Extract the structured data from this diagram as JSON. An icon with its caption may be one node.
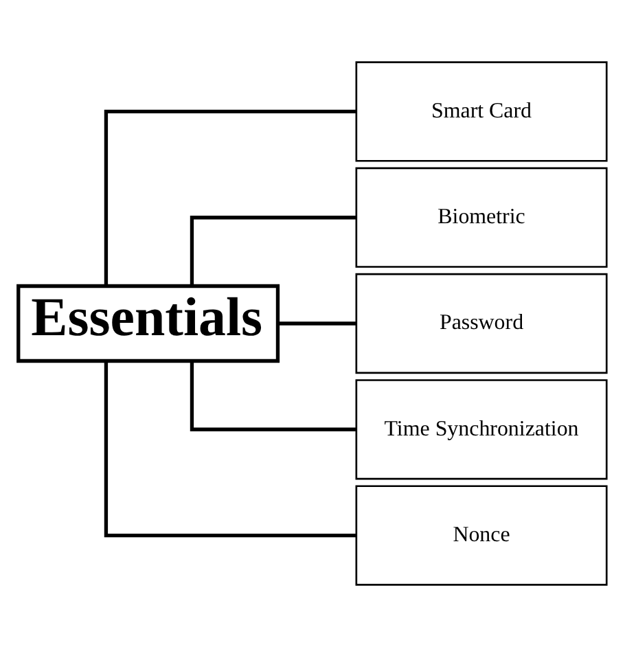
{
  "diagram": {
    "nodes": [
      {
        "text": [
          "Essentials"
        ]
      },
      {
        "text": [
          "Smart Card"
        ]
      },
      {
        "text": [
          "Biometric"
        ]
      },
      {
        "text": [
          "Password"
        ]
      },
      {
        "text": [
          "Time Synchronization"
        ]
      },
      {
        "text": [
          "Nonce"
        ]
      }
    ],
    "edges": [
      {
        "from": 0,
        "to": 1,
        "arrow": "none"
      },
      {
        "from": 0,
        "to": 2,
        "arrow": "none"
      },
      {
        "from": 0,
        "to": 3,
        "arrow": "none"
      },
      {
        "from": 0,
        "to": 4,
        "arrow": "none"
      },
      {
        "from": 0,
        "to": 5,
        "arrow": "none"
      }
    ]
  }
}
